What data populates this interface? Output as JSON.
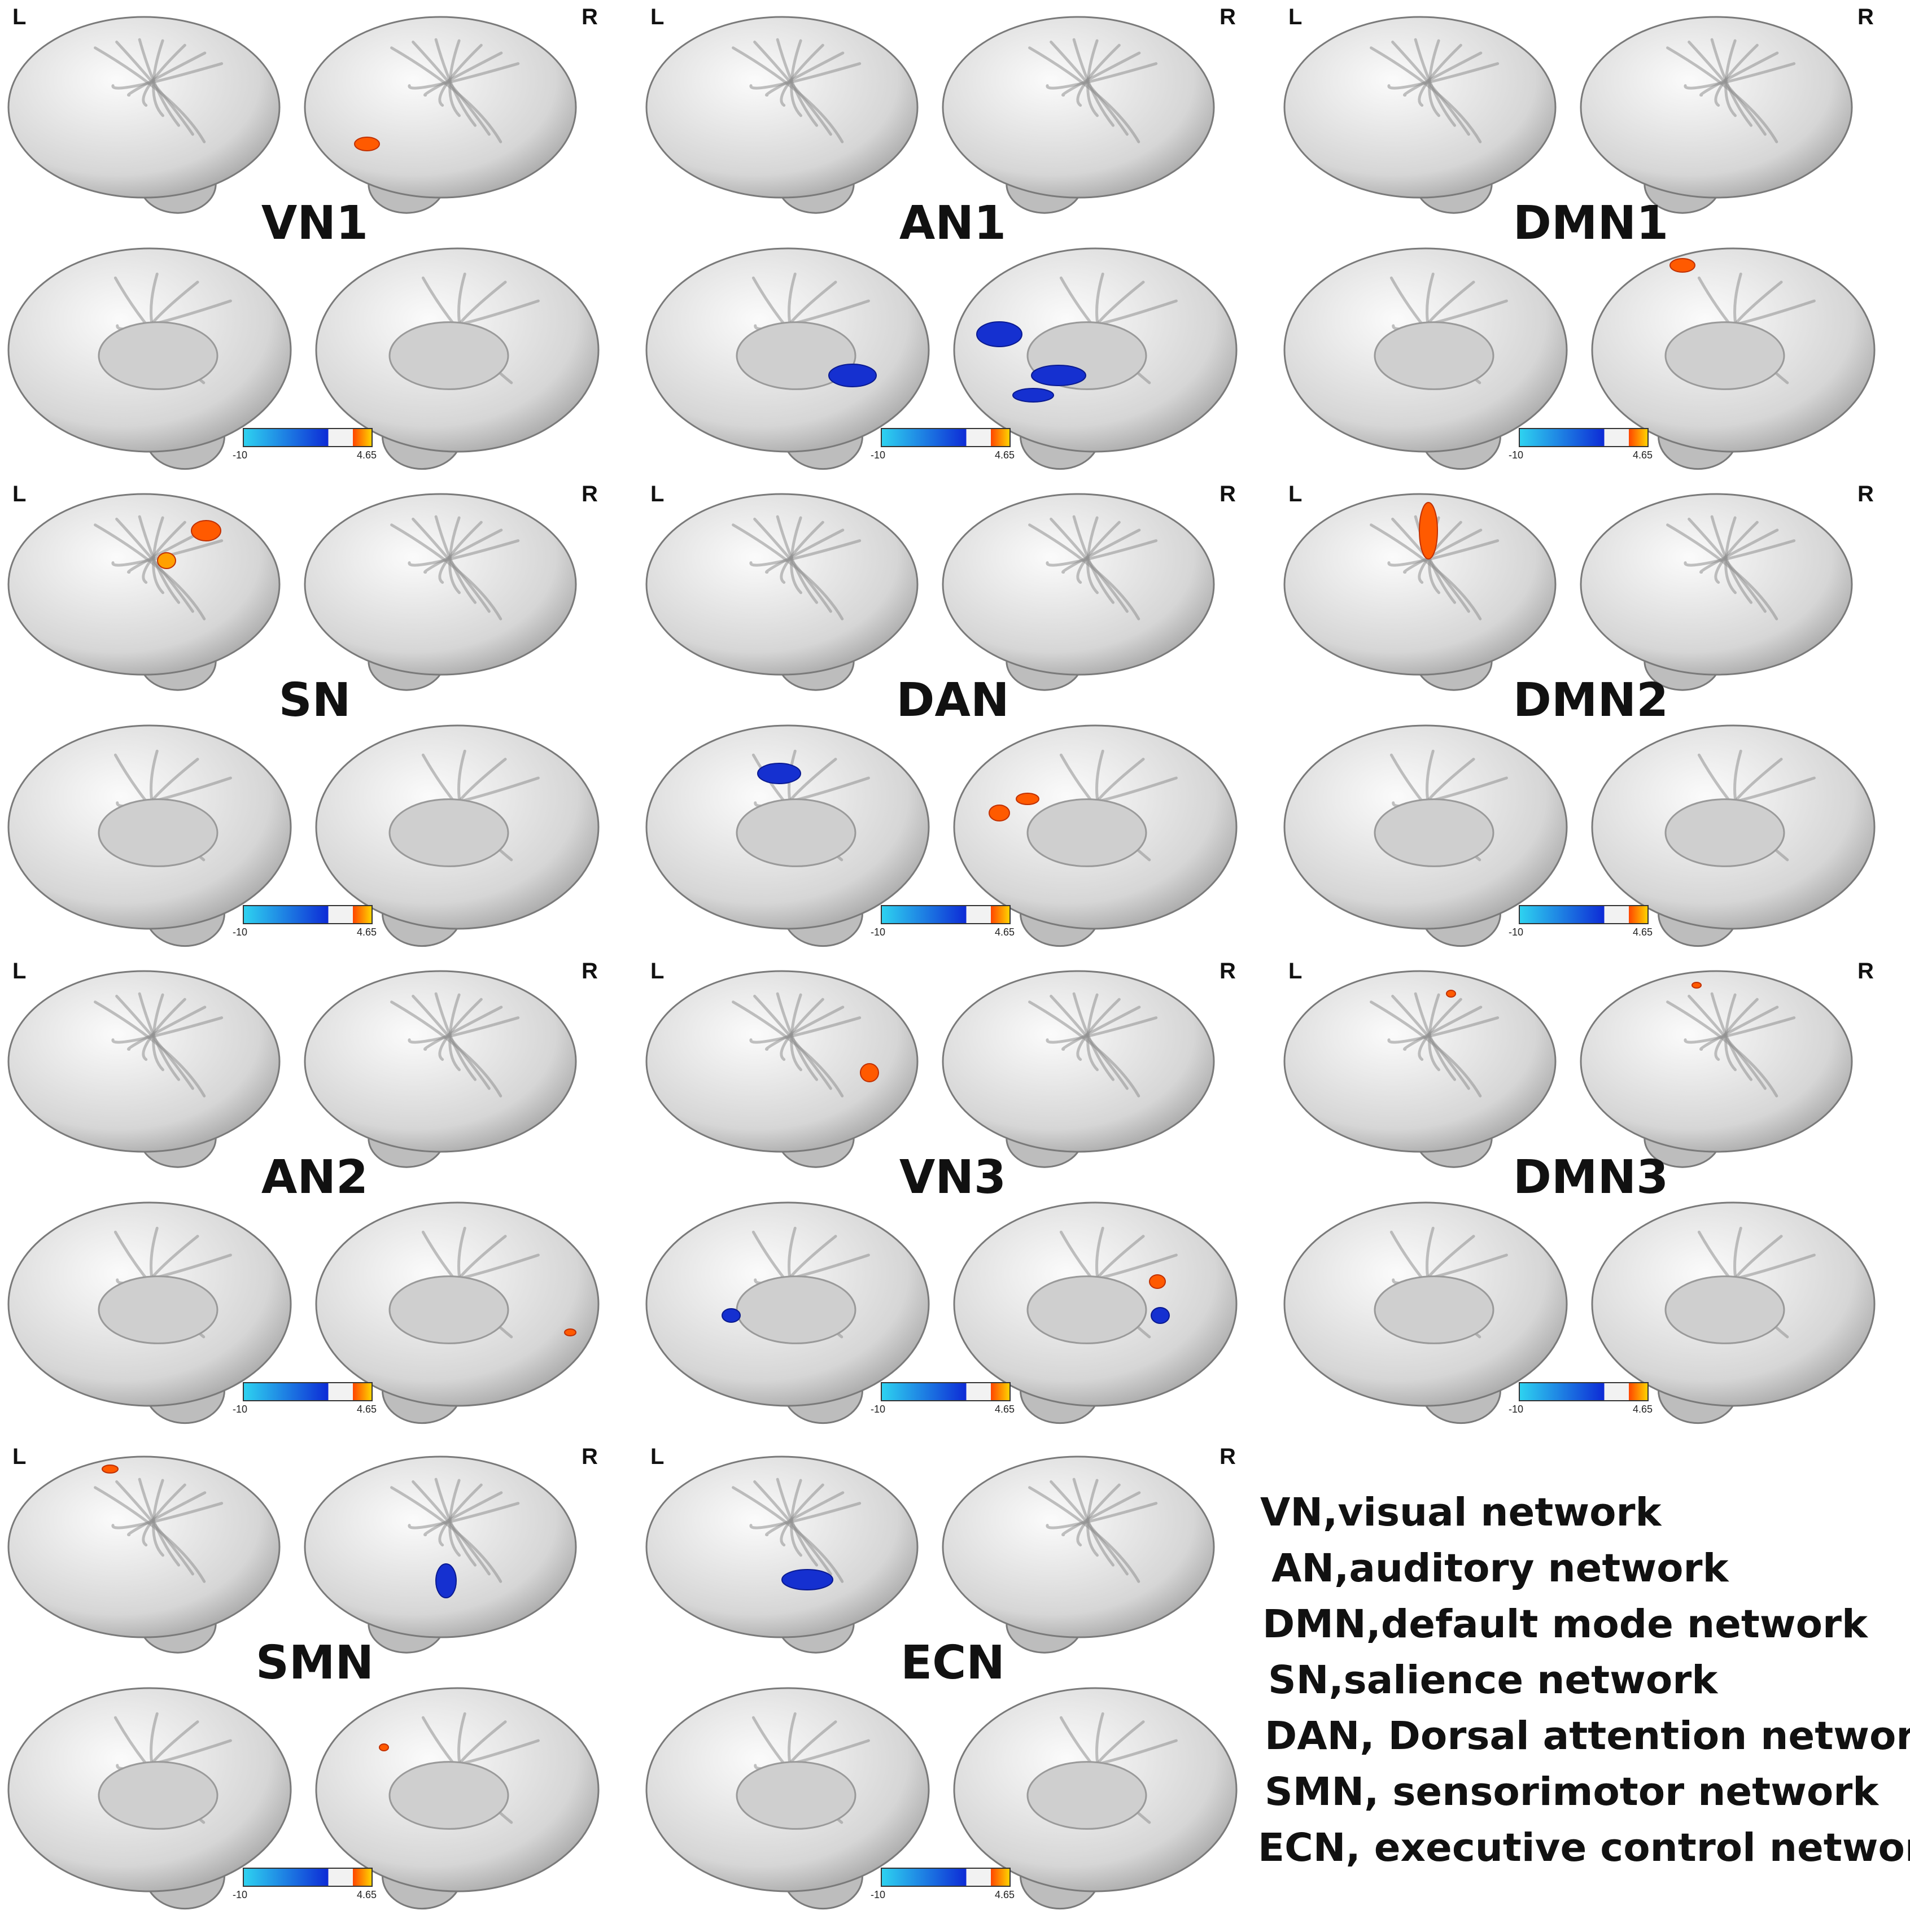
{
  "hemisphere_labels": {
    "left": "L",
    "right": "R"
  },
  "colorbar": {
    "min_label": "-10",
    "max_label": "4.65",
    "colors": [
      "#2ed3f0",
      "#0d2bd6",
      "#f2f2f2",
      "#ff4500",
      "#ffd700"
    ]
  },
  "panels": [
    {
      "title": "VN1"
    },
    {
      "title": "AN1"
    },
    {
      "title": "DMN1"
    },
    {
      "title": "SN"
    },
    {
      "title": "DAN"
    },
    {
      "title": "DMN2"
    },
    {
      "title": "AN2"
    },
    {
      "title": "VN3"
    },
    {
      "title": "DMN3"
    },
    {
      "title": "SMN"
    },
    {
      "title": "ECN"
    }
  ],
  "legend": [
    "VN,visual network",
    "AN,auditory network",
    "DMN,default mode network",
    "SN,salience network",
    "DAN, Dorsal attention networ",
    "SMN, sensorimotor network",
    "ECN, executive control networ"
  ]
}
